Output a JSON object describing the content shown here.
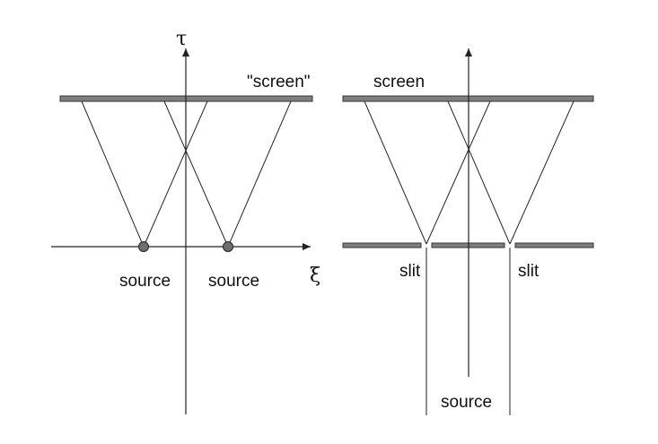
{
  "left_diagram": {
    "vertical_axis_symbol": "τ",
    "horizontal_axis_symbol": "ξ",
    "screen_label": "\"screen\"",
    "source_labels": [
      "source",
      "source"
    ]
  },
  "right_diagram": {
    "screen_label": "screen",
    "slit_labels": [
      "slit",
      "slit"
    ],
    "source_label": "source"
  },
  "colors": {
    "bar_fill": "#7f7f7f",
    "source_dot_fill": "#6e6e6e",
    "line": "#222222",
    "background": "#ffffff"
  }
}
